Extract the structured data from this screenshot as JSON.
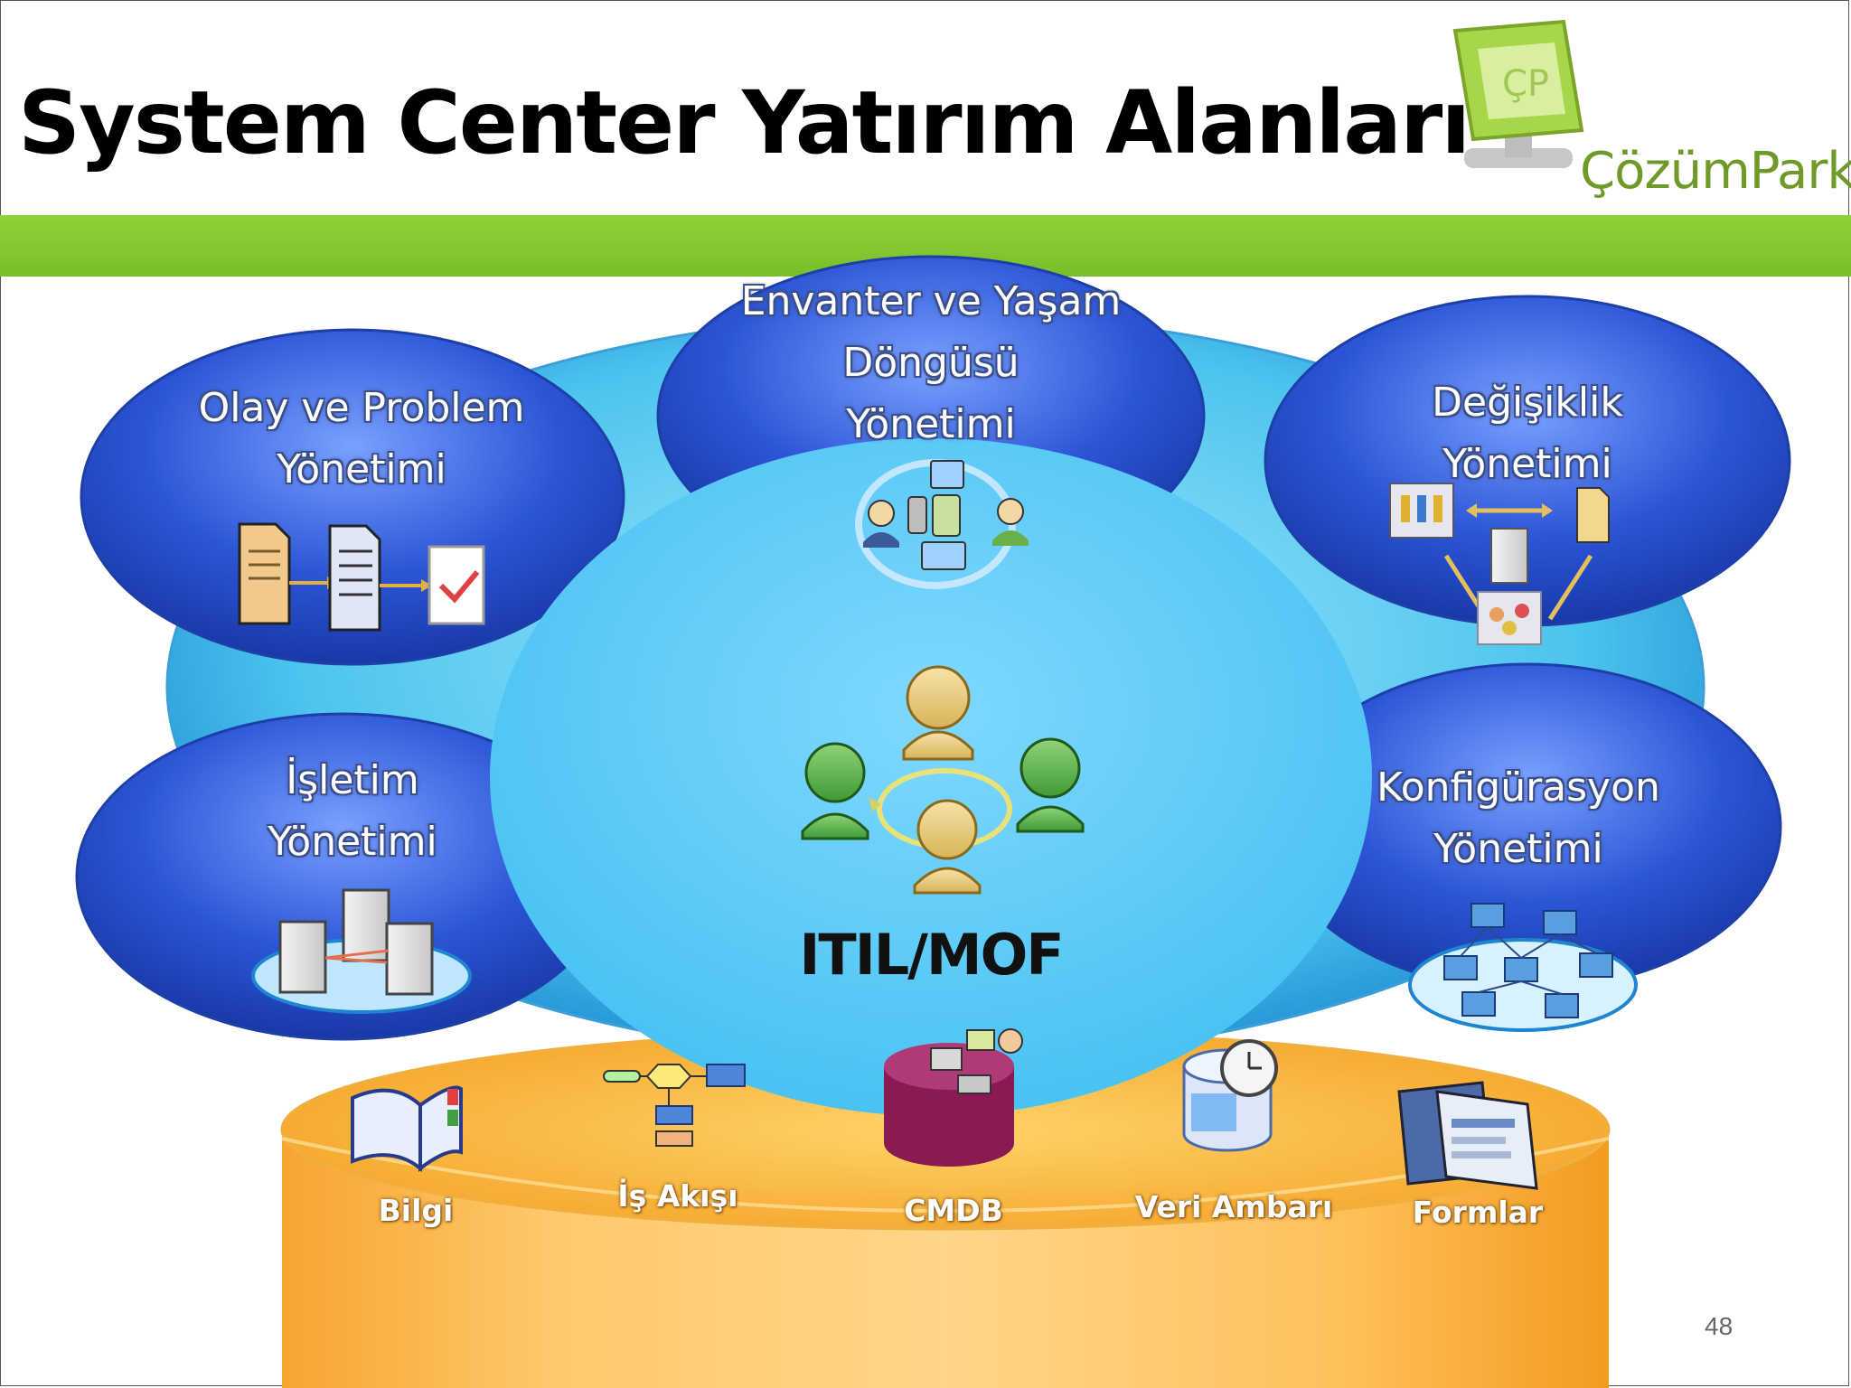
{
  "slide": {
    "title": "System Center Yatırım Alanları",
    "page_number": "48",
    "brand_color": "#84c83a"
  },
  "logo": {
    "text": "ÇözümPark",
    "monogram": "ÇP"
  },
  "center": {
    "label": "ITIL/MOF"
  },
  "areas": [
    {
      "label": "Olay ve Problem\nYönetimi",
      "icon": "documents-checklist-icon"
    },
    {
      "label": "Envanter ve Yaşam\nDöngüsü\nYönetimi",
      "icon": "devices-cycle-icon"
    },
    {
      "label": "Değişiklik\nYönetimi",
      "icon": "change-network-icon"
    },
    {
      "label": "İşletim\nYönetimi",
      "icon": "servers-icon"
    },
    {
      "label": "Konfigürasyon\nYönetimi",
      "icon": "computer-network-icon"
    }
  ],
  "foundation": [
    {
      "label": "Bilgi",
      "icon": "book-icon"
    },
    {
      "label": "İş Akışı",
      "icon": "workflow-icon"
    },
    {
      "label": "CMDB",
      "icon": "database-icon"
    },
    {
      "label": "Veri Ambarı",
      "icon": "data-warehouse-icon"
    },
    {
      "label": "Formlar",
      "icon": "forms-icon"
    }
  ]
}
